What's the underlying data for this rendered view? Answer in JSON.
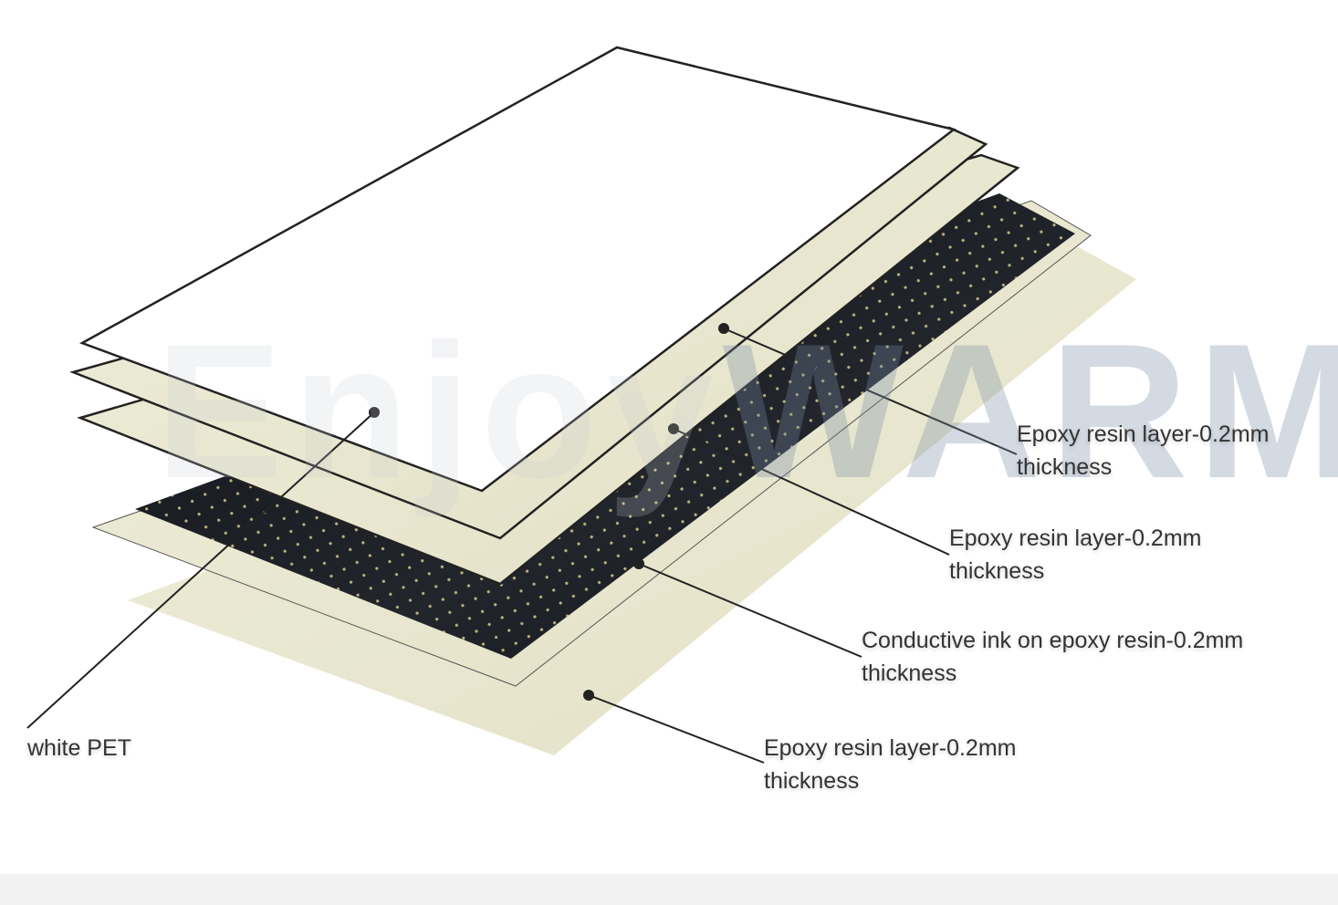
{
  "watermark": {
    "part_a": "Enjoy",
    "part_b": "WARM"
  },
  "labels": {
    "white_pet": {
      "line1": "white PET"
    },
    "epoxy_top": {
      "line1": "Epoxy resin layer-0.2mm",
      "line2": "thickness"
    },
    "epoxy_second": {
      "line1": "Epoxy resin layer-0.2mm",
      "line2": "thickness"
    },
    "conductive_ink": {
      "line1": "Conductive ink on epoxy resin-0.2mm",
      "line2": "thickness"
    },
    "epoxy_bottom": {
      "line1": "Epoxy resin layer-0.2mm",
      "line2": "thickness"
    }
  },
  "colors": {
    "white_layer": "#ffffff",
    "epoxy_layer": "#e9e8d2",
    "conductive_layer": "#15171c",
    "dot_pattern": "#d9c98a",
    "leader_line": "#222222"
  }
}
